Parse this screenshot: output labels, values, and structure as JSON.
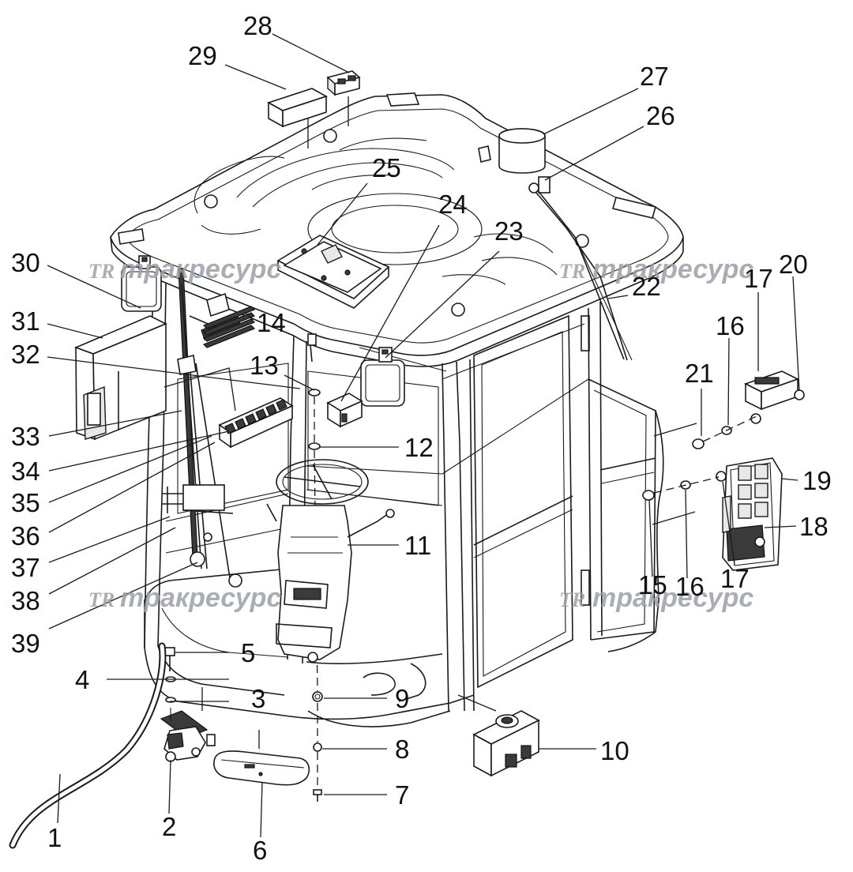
{
  "watermark": {
    "logo": "TR",
    "text": "тракресурс"
  },
  "labels": {
    "p1": "1",
    "p2": "2",
    "p3": "3",
    "p4": "4",
    "p5": "5",
    "p6": "6",
    "p7": "7",
    "p8": "8",
    "p9": "9",
    "p10": "10",
    "p11": "11",
    "p12": "12",
    "p13": "13",
    "p14": "14",
    "p15": "15",
    "p16a": "16",
    "p16b": "16",
    "p17a": "17",
    "p17b": "17",
    "p18": "18",
    "p19": "19",
    "p20": "20",
    "p21": "21",
    "p22": "22",
    "p23": "23",
    "p24": "24",
    "p25": "25",
    "p26": "26",
    "p27": "27",
    "p28": "28",
    "p29": "29",
    "p30": "30",
    "p31": "31",
    "p32": "32",
    "p33": "33",
    "p34": "34",
    "p35": "35",
    "p36": "36",
    "p37": "37",
    "p38": "38",
    "p39": "39"
  }
}
